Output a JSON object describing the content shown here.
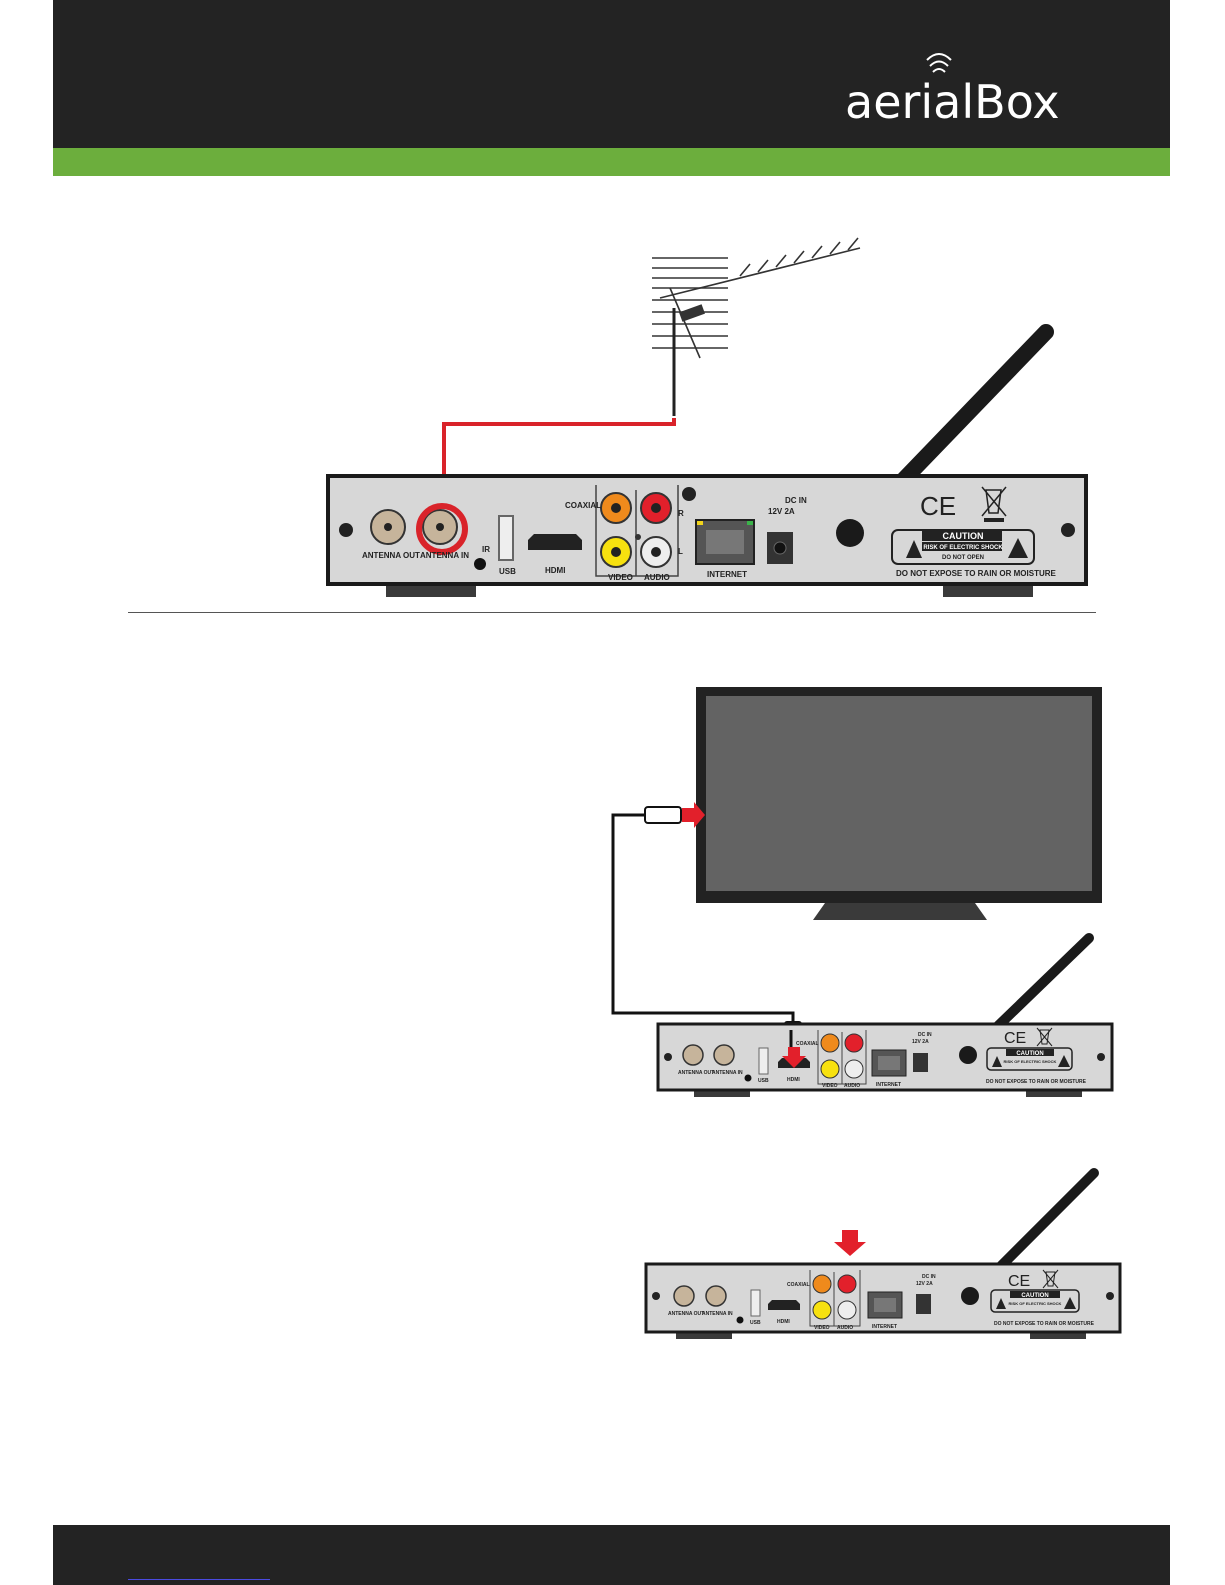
{
  "brand": {
    "name": "aerialBox",
    "colors": {
      "header": "#232323",
      "accent": "#6cae3d",
      "cable_red": "#d9232a"
    }
  },
  "panel": {
    "antenna_out": "ANTENNA OUT",
    "antenna_in": "ANTENNA IN",
    "ir": "IR",
    "usb": "USB",
    "hdmi": "HDMI",
    "coaxial": "COAXIAL",
    "video": "VIDEO",
    "audio": "AUDIO",
    "r": "R",
    "l": "L",
    "internet": "INTERNET",
    "dc_in": "DC IN",
    "dc_rating": "12V 2A",
    "ce": "CE",
    "caution": "CAUTION",
    "shock": "RISK OF ELECTRIC SHOCK",
    "do_not_open": "DO NOT OPEN",
    "moisture": "DO NOT EXPOSE TO RAIN OR MOISTURE"
  }
}
